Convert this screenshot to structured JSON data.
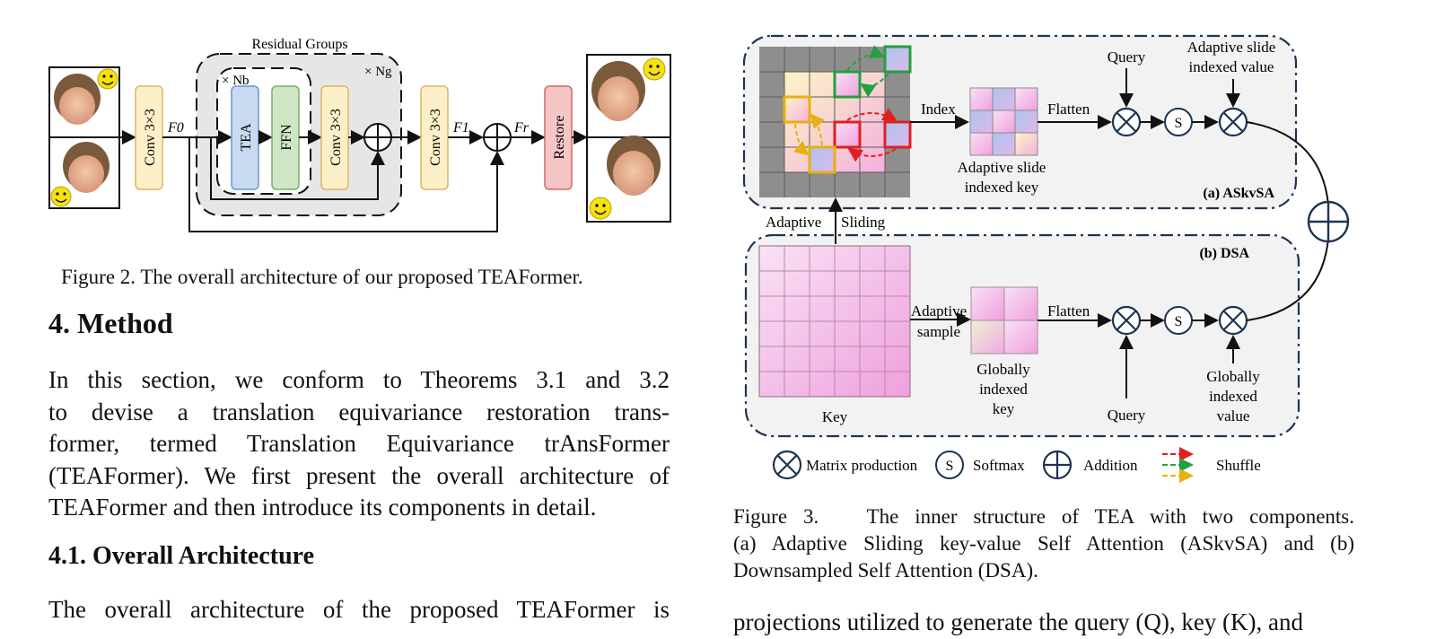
{
  "fig2": {
    "residual_groups": "Residual Groups",
    "times_ng": "× Ng",
    "times_nb": "× Nb",
    "conv_label": "Conv 3×3",
    "tea_label": "TEA",
    "ffn_label": "FFN",
    "restore_label": "Restore",
    "f0": "F0",
    "f1": "F1",
    "fr": "Fr",
    "caption": "Figure 2. The overall architecture of our proposed TEAFormer."
  },
  "fig3": {
    "index": "Index",
    "flatten": "Flatten",
    "query": "Query",
    "adaptive_slide_value_1": "Adaptive slide",
    "adaptive_slide_value_2": "indexed value",
    "adaptive_slide_key_1": "Adaptive slide",
    "adaptive_slide_key_2": "indexed key",
    "askvsa": "(a) ASkvSA",
    "dsa": "(b) DSA",
    "adaptive": "Adaptive",
    "sliding": "Sliding",
    "adaptive_sample_1": "Adaptive",
    "adaptive_sample_2": "sample",
    "key": "Key",
    "globally_key_1": "Globally",
    "globally_key_2": "indexed",
    "globally_key_3": "key",
    "globally_value_1": "Globally",
    "globally_value_2": "indexed",
    "globally_value_3": "value",
    "softmax_symbol": "S",
    "legend_matrix": "Matrix production",
    "legend_softmax": "Softmax",
    "legend_addition": "Addition",
    "legend_shuffle": "Shuffle",
    "caption_1": "Figure 3.   The inner structure of TEA with two components.",
    "caption_2": "(a) Adaptive Sliding key-value Self Attention (ASkvSA) and (b)",
    "caption_3": "Downsampled Self Attention (DSA)."
  },
  "text": {
    "section_heading": "4. Method",
    "para_line_1": "In this section, we conform to Theorems 3.1 and 3.2",
    "para_line_2": "to devise a translation equivariance restoration trans-",
    "para_line_3": "former, termed Translation Equivariance trAnsFormer",
    "para_line_4": "(TEAFormer). We first present the overall architecture of",
    "para_line_5": "TEAFormer and then introduce its components in detail.",
    "subsection_heading": "4.1. Overall Architecture",
    "para2_line_1": "The overall architecture of the proposed TEAFormer is",
    "right_cut_line": "projections utilized to generate the query (Q), key (K), and"
  }
}
